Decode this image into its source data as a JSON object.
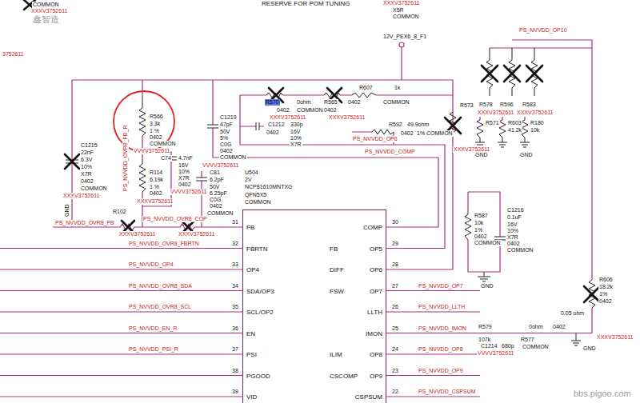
{
  "diagram": {
    "nodes": [
      {
        "text": [
          "FB",
          "FBRTN",
          "OP4",
          "SDA/OP3",
          "SCL/OP2",
          "EN",
          "PSI",
          "PGOOD",
          "VID",
          "COMP",
          "FB",
          "OP5",
          "DIFF",
          "OP6",
          "FSW",
          "OP7",
          "LLTH",
          "IMON",
          "ILIM",
          "OP8",
          "CSCOMP",
          "OP9",
          "CSPSUM"
        ]
      }
    ],
    "labels": [
      "RESERVE FOR POM TUNING",
      "COMMON",
      "XXXV3752611",
      "XXXV3752611",
      "X5R",
      "COMMON",
      "3752611",
      "PS_NVVDD_OP10",
      "12V_PEX6_8_F1",
      "R607",
      "1k",
      "0402",
      "COMMON",
      "R570",
      "0ohm",
      "0402",
      "COMMON",
      "XXXV3752611",
      "R565",
      "0402",
      "XXXV3752611",
      "C1212",
      "330p",
      "0402",
      "16V",
      "10%",
      "X7R",
      "R592",
      "49.9ohm",
      "0402",
      "1%",
      "COMMON",
      "PS_NVVDD_OP6",
      "PS_NVVDD_COMP",
      "R573",
      "XXXV3752611",
      "C1219",
      "47pF",
      "50V",
      "5%",
      "C0G",
      "0402",
      "COMMON",
      "VVVV3752611",
      "R566",
      "3.3k",
      "1 %",
      "0402",
      "COMMON",
      "VVVV3752611",
      "PS_NVVDD_OVR8_FB_R",
      "C74",
      "4.7nF",
      "16V",
      "10%",
      "X7R",
      "0402",
      "VVVV3752611",
      "R114",
      "6.19k",
      "1 %",
      "0402",
      "XXXV3752611",
      "C81",
      "6.2pF",
      "50V",
      "6.25pF",
      "C0G",
      "0402",
      "COMMON",
      "U504",
      "2V",
      "NCP81610MNTXG",
      "QFN5X5",
      "COMMON",
      "C1215",
      "22nF",
      "6.3V",
      "10%",
      "X7R",
      "0402",
      "COMMON",
      "XXXV3752611",
      "GND",
      "R102",
      "XXXV3752611",
      "PS_NVVDD_OVR8_COP",
      "XXXV3752611",
      "PS_NVVDD_OVR8_FB",
      "PS_NVVDD_OVR8_FBRTN",
      "PS_NVVDD_OP4",
      "PS_NVVDD_OVR8_SDA",
      "PS_NVVDD_OVR8_SCL",
      "PS_NVVDD_EN_R",
      "PS_NVVDD_PSI_R",
      "31",
      "32",
      "33",
      "34",
      "35",
      "36",
      "37",
      "38",
      "39",
      "30",
      "29",
      "28",
      "27",
      "26",
      "25",
      "24",
      "23",
      "22",
      "PS_NVVDD_OP7",
      "PS_NVVDD_LLTH",
      "PS_NVVDD_IMON",
      "PS_NVVDD_OP8",
      "PS_NVVDD_OP9",
      "PS_NVVDD_CSPSUM",
      "R587",
      "10k",
      "1%",
      "0402",
      "COMMON",
      "C1216",
      "0.1uF",
      "16V",
      "10%",
      "X7R",
      "0402",
      "COMMON",
      "GND",
      "R578",
      "R596",
      "R583",
      "XXXV3752611",
      "XXXV3752611",
      "R571",
      "41.2k",
      "R603",
      "10k",
      "R180",
      "GND",
      "GND",
      "R579",
      "107k",
      "C1214",
      "680p",
      "R577",
      "0ohm",
      "0402",
      "COMMON",
      "VVVV3752611",
      "GND",
      "0.05 ohm",
      "R606",
      "18.2k",
      "1%",
      "0402",
      "XXXV3752611",
      "bbs.pigoo.com",
      "鑫智造"
    ]
  }
}
